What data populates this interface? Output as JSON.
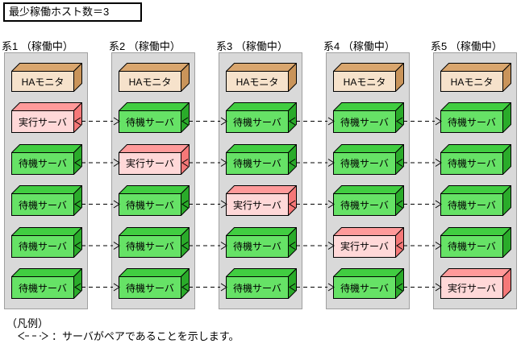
{
  "title": "最少稼働ホスト数＝3",
  "legend": {
    "heading": "（凡例）",
    "arrow_icon": "dashed-double-arrow",
    "text": "：サーバがペアであることを示します。"
  },
  "colors": {
    "panel_bg": "#d9d9d9",
    "panel_border": "#a0a0a0",
    "outline": "#000000",
    "ha_front": "#f6e2cb",
    "ha_top": "#d9a66e",
    "ha_side": "#c9945a",
    "standby_front": "#66e266",
    "standby_top": "#41cd41",
    "standby_side": "#2aab2a",
    "active_front": "#ffd8d8",
    "active_top": "#ff9a9a",
    "active_side": "#f57878"
  },
  "columns": [
    {
      "header": "系1 （稼働中）",
      "ha_label": "HAモニタ",
      "servers": [
        {
          "label": "実行サーバ",
          "type": "active"
        },
        {
          "label": "待機サーバ",
          "type": "standby"
        },
        {
          "label": "待機サーバ",
          "type": "standby"
        },
        {
          "label": "待機サーバ",
          "type": "standby"
        },
        {
          "label": "待機サーバ",
          "type": "standby"
        }
      ]
    },
    {
      "header": "系2 （稼働中）",
      "ha_label": "HAモニタ",
      "servers": [
        {
          "label": "待機サーバ",
          "type": "standby"
        },
        {
          "label": "実行サーバ",
          "type": "active"
        },
        {
          "label": "待機サーバ",
          "type": "standby"
        },
        {
          "label": "待機サーバ",
          "type": "standby"
        },
        {
          "label": "待機サーバ",
          "type": "standby"
        }
      ]
    },
    {
      "header": "系3 （稼働中）",
      "ha_label": "HAモニタ",
      "servers": [
        {
          "label": "待機サーバ",
          "type": "standby"
        },
        {
          "label": "待機サーバ",
          "type": "standby"
        },
        {
          "label": "実行サーバ",
          "type": "active"
        },
        {
          "label": "待機サーバ",
          "type": "standby"
        },
        {
          "label": "待機サーバ",
          "type": "standby"
        }
      ]
    },
    {
      "header": "系4 （稼働中）",
      "ha_label": "HAモニタ",
      "servers": [
        {
          "label": "待機サーバ",
          "type": "standby"
        },
        {
          "label": "待機サーバ",
          "type": "standby"
        },
        {
          "label": "待機サーバ",
          "type": "standby"
        },
        {
          "label": "実行サーバ",
          "type": "active"
        },
        {
          "label": "待機サーバ",
          "type": "standby"
        }
      ]
    },
    {
      "header": "系5 （稼働中）",
      "ha_label": "HAモニタ",
      "servers": [
        {
          "label": "待機サーバ",
          "type": "standby"
        },
        {
          "label": "待機サーバ",
          "type": "standby"
        },
        {
          "label": "待機サーバ",
          "type": "standby"
        },
        {
          "label": "待機サーバ",
          "type": "standby"
        },
        {
          "label": "実行サーバ",
          "type": "active"
        }
      ]
    }
  ],
  "pair_arrows": [
    {
      "between": [
        1,
        2
      ],
      "row": 1
    },
    {
      "between": [
        1,
        2
      ],
      "row": 2
    },
    {
      "between": [
        1,
        2
      ],
      "row": 3
    },
    {
      "between": [
        1,
        2
      ],
      "row": 4
    },
    {
      "between": [
        1,
        2
      ],
      "row": 5
    },
    {
      "between": [
        2,
        3
      ],
      "row": 1
    },
    {
      "between": [
        2,
        3
      ],
      "row": 2
    },
    {
      "between": [
        2,
        3
      ],
      "row": 3
    },
    {
      "between": [
        2,
        3
      ],
      "row": 4
    },
    {
      "between": [
        2,
        3
      ],
      "row": 5
    },
    {
      "between": [
        3,
        4
      ],
      "row": 1
    },
    {
      "between": [
        3,
        4
      ],
      "row": 2
    },
    {
      "between": [
        3,
        4
      ],
      "row": 3
    },
    {
      "between": [
        3,
        4
      ],
      "row": 4
    },
    {
      "between": [
        3,
        4
      ],
      "row": 5
    },
    {
      "between": [
        4,
        5
      ],
      "row": 1
    },
    {
      "between": [
        4,
        5
      ],
      "row": 2
    },
    {
      "between": [
        4,
        5
      ],
      "row": 3
    },
    {
      "between": [
        4,
        5
      ],
      "row": 4
    },
    {
      "between": [
        4,
        5
      ],
      "row": 5
    }
  ]
}
